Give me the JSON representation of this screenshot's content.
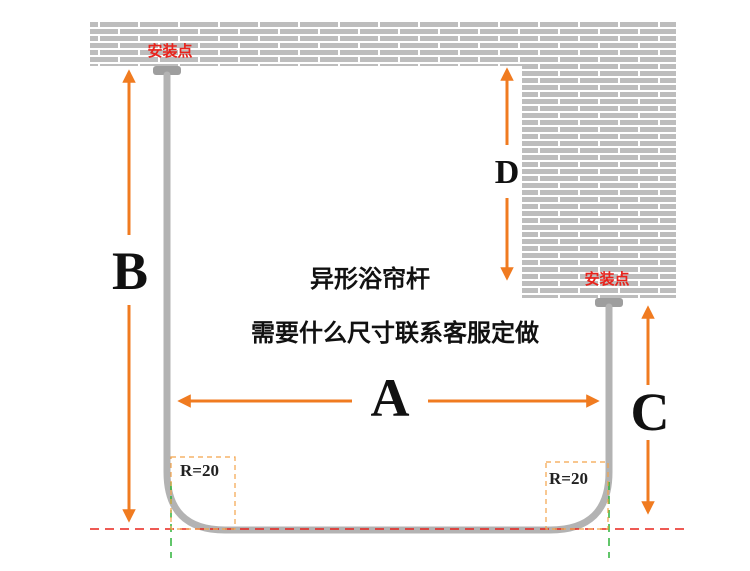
{
  "labels": {
    "mount_left": "安装点",
    "mount_right": "安装点",
    "title": "异形浴帘杆",
    "subtitle": "需要什么尺寸联系客服定做",
    "dim_a": "A",
    "dim_b": "B",
    "dim_c": "C",
    "dim_d": "D",
    "radius_left": "R=20",
    "radius_right": "R=20"
  },
  "colors": {
    "brick": "#bdbdbd",
    "mortar": "#ffffff",
    "rod": "#b3b3b3",
    "dimension_arrow": "#f07b20",
    "mount_text": "#e8231c",
    "baseline": "#e8231c",
    "vertical_guide": "#2fb43a",
    "radius_box": "#f3a34a"
  }
}
